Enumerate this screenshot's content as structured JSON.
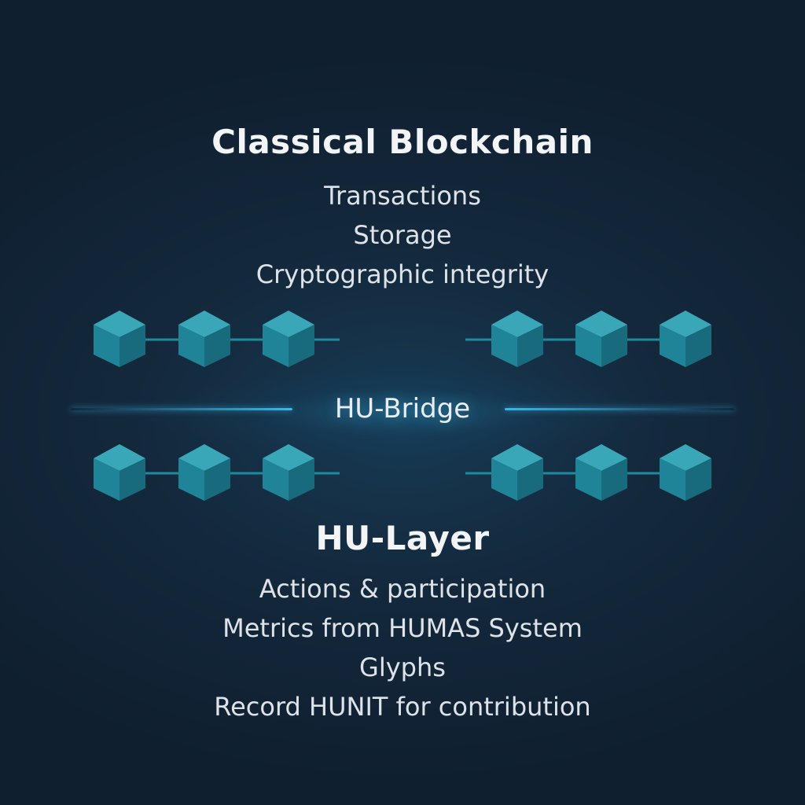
{
  "colors": {
    "background": "#13263a",
    "cube_front": "#1f8497",
    "cube_top": "#3aa7b8",
    "cube_side": "#176b7d",
    "connector": "#1f8a9c",
    "bridge_glow": "#3cbef0"
  },
  "classical": {
    "title": "Classical Blockchain",
    "items": [
      "Transactions",
      "Storage",
      "Cryptographic integrity"
    ]
  },
  "bridge": {
    "label": "HU-Bridge"
  },
  "hu_layer": {
    "title": "HU-Layer",
    "items": [
      "Actions & participation",
      "Metrics from HUMAS System",
      "Glyphs",
      "Record HUNIT for contribution"
    ]
  },
  "chains": {
    "icon": "cube-block-icon",
    "rows": 2,
    "groups_per_row": 2,
    "blocks_per_group": 3
  }
}
